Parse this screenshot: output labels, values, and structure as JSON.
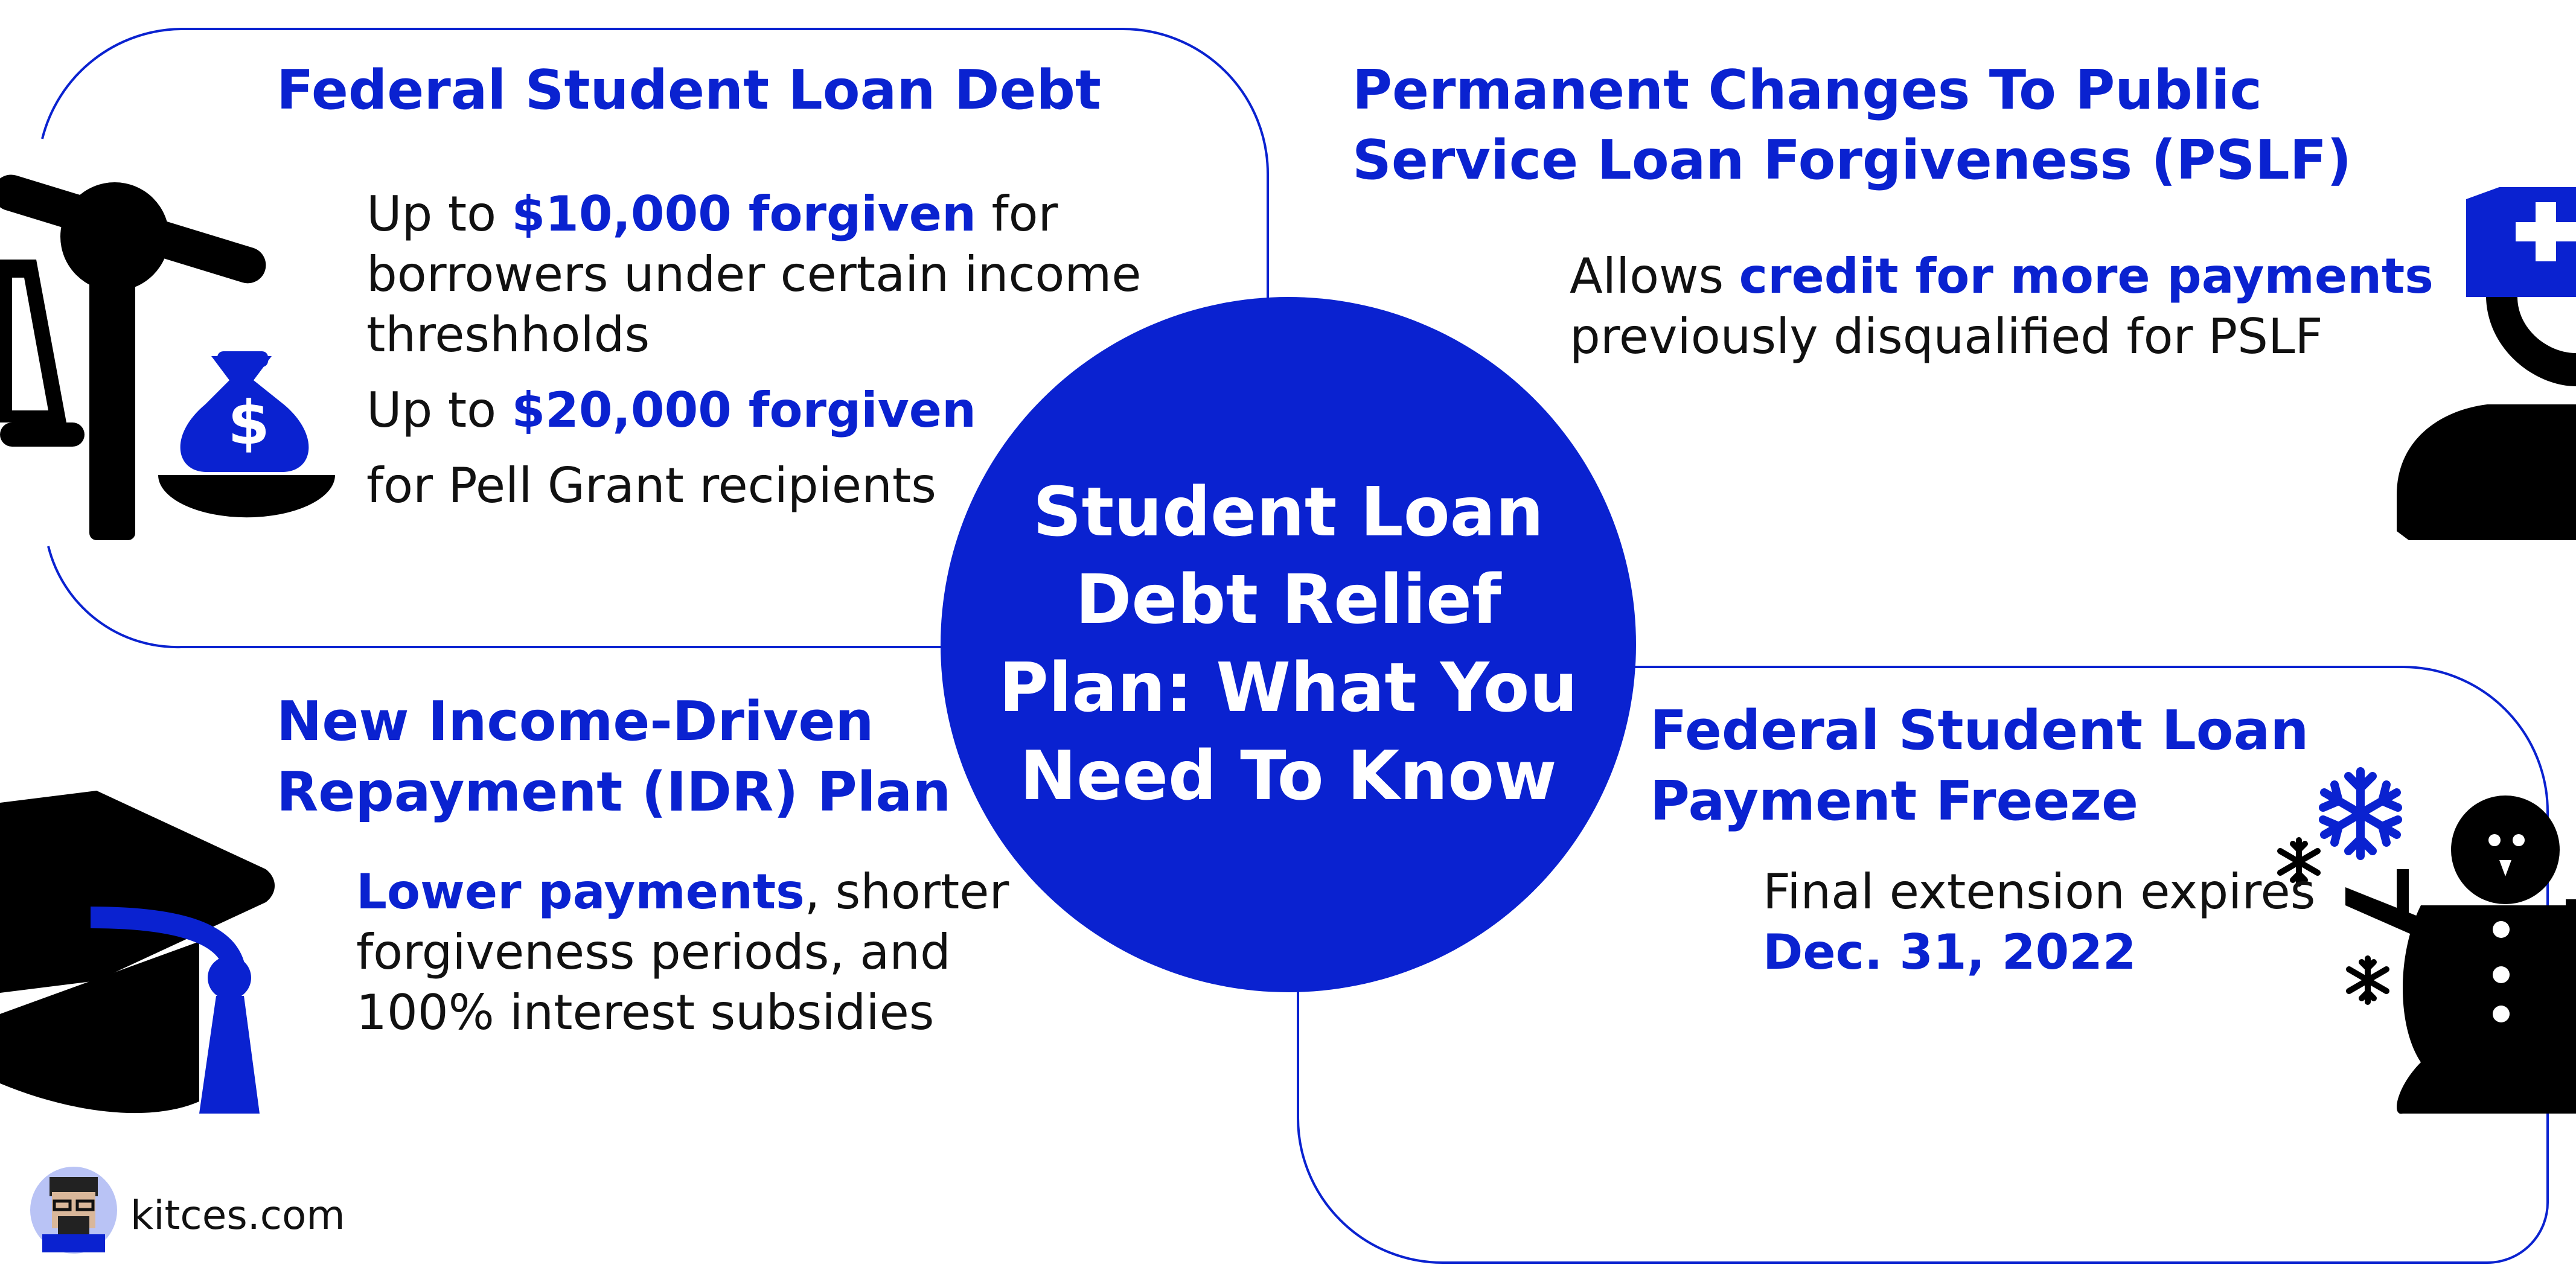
{
  "colors": {
    "accent": "#0a22d0",
    "text": "#111111",
    "icon": "#000000",
    "background": "#ffffff"
  },
  "center": {
    "title": "Student Loan Debt Relief Plan: What You Need To Know"
  },
  "federal_debt": {
    "icon": "scale-with-money-bag-icon",
    "title": "Federal Student Loan Debt",
    "line1_pre": "Up to ",
    "line1_amount": "$10,000 forgiven",
    "line1_post": " for borrowers under certain income threshholds",
    "line2_pre": "Up to ",
    "line2_amount": "$20,000 forgiven",
    "line3": "for Pell Grant recipients"
  },
  "pslf": {
    "icon": "nurse-icon",
    "title_line1": "Permanent Changes To Public",
    "title_line2": "Service Loan Forgiveness (PSLF)",
    "body_pre": "Allows ",
    "body_highlight": "credit for more payments",
    "body_post": " previously disqualified for PSLF"
  },
  "idr": {
    "icon": "graduation-cap-icon",
    "title_line1": "New Income-Driven",
    "title_line2": "Repayment (IDR) Plan",
    "body_highlight": "Lower payments",
    "body_post": ", shorter forgiveness periods, and 100% interest subsidies"
  },
  "freeze": {
    "icon": "snowman-icon",
    "title_line1": "Federal Student Loan",
    "title_line2": "Payment Freeze",
    "body_pre": "Final extension expires ",
    "body_highlight": "Dec. 31, 2022"
  },
  "brand": {
    "avatar": "avatar-icon",
    "site": "kitces.com"
  }
}
